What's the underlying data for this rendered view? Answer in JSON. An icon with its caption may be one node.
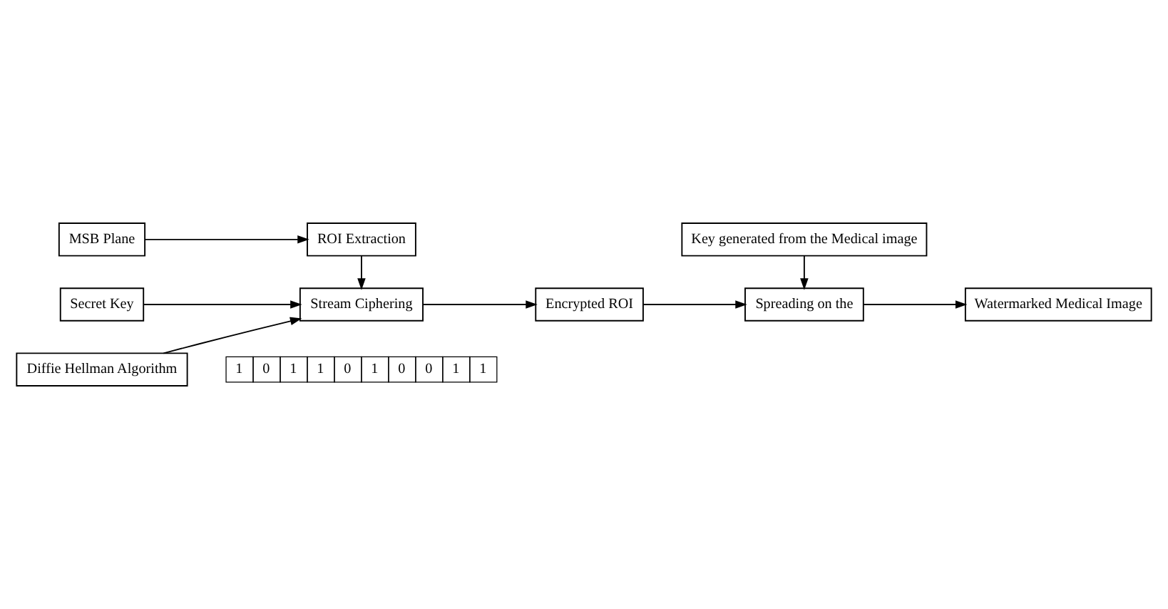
{
  "diagram": {
    "nodes": [
      {
        "text": [
          "MSB Plane"
        ]
      },
      {
        "text": [
          "ROI Extraction"
        ]
      },
      {
        "text": [
          "Secret Key"
        ]
      },
      {
        "text": [
          "Stream Ciphering"
        ]
      },
      {
        "text": [
          "Encrypted ROI"
        ]
      },
      {
        "text": [
          "Spreading on the"
        ]
      },
      {
        "text": [
          "Key generated from the Medical image"
        ]
      },
      {
        "text": [
          "Diffie Hellman Algorithm"
        ]
      },
      {
        "text": [
          "Watermarked Medical Image"
        ]
      }
    ],
    "edges": [
      {
        "from": 0,
        "to": 1,
        "arrow": "to"
      },
      {
        "from": 1,
        "to": 3,
        "arrow": "to"
      },
      {
        "from": 2,
        "to": 3,
        "arrow": "to"
      },
      {
        "from": 3,
        "to": 4,
        "arrow": "to"
      },
      {
        "from": 4,
        "to": 5,
        "arrow": "to"
      },
      {
        "from": 6,
        "to": 5,
        "arrow": "to"
      },
      {
        "from": 5,
        "to": 8,
        "arrow": "to"
      },
      {
        "from": 7,
        "to": 3,
        "arrow": "to"
      }
    ],
    "labels": [
      "1",
      "0",
      "1",
      "1",
      "0",
      "1",
      "0",
      "0",
      "1",
      "1"
    ]
  }
}
